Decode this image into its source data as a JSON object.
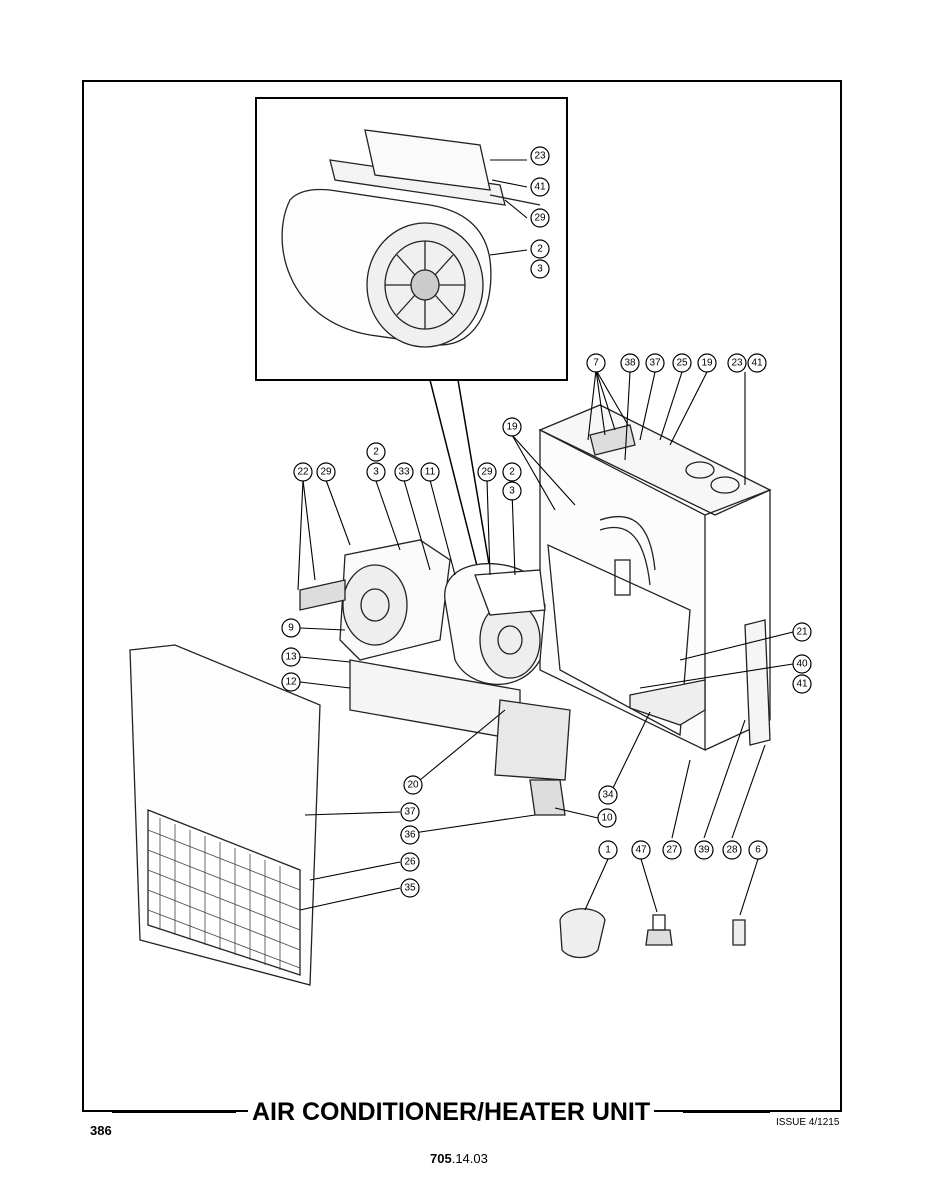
{
  "title": "AIR CONDITIONER/HEATER UNIT",
  "page_number": "386",
  "issue": "ISSUE 4/1215",
  "doc_code_bold": "705",
  "doc_code_rest": ".14.03",
  "inset_callouts": [
    "23",
    "41",
    "29",
    "2",
    "3"
  ],
  "main_callouts": [
    "7",
    "38",
    "37",
    "25",
    "19",
    "23",
    "41",
    "19",
    "2",
    "3",
    "22",
    "29",
    "33",
    "11",
    "29",
    "2",
    "3",
    "9",
    "13",
    "12",
    "21",
    "40",
    "41",
    "20",
    "34",
    "37",
    "10",
    "36",
    "26",
    "35",
    "1",
    "47",
    "27",
    "39",
    "28",
    "6"
  ]
}
